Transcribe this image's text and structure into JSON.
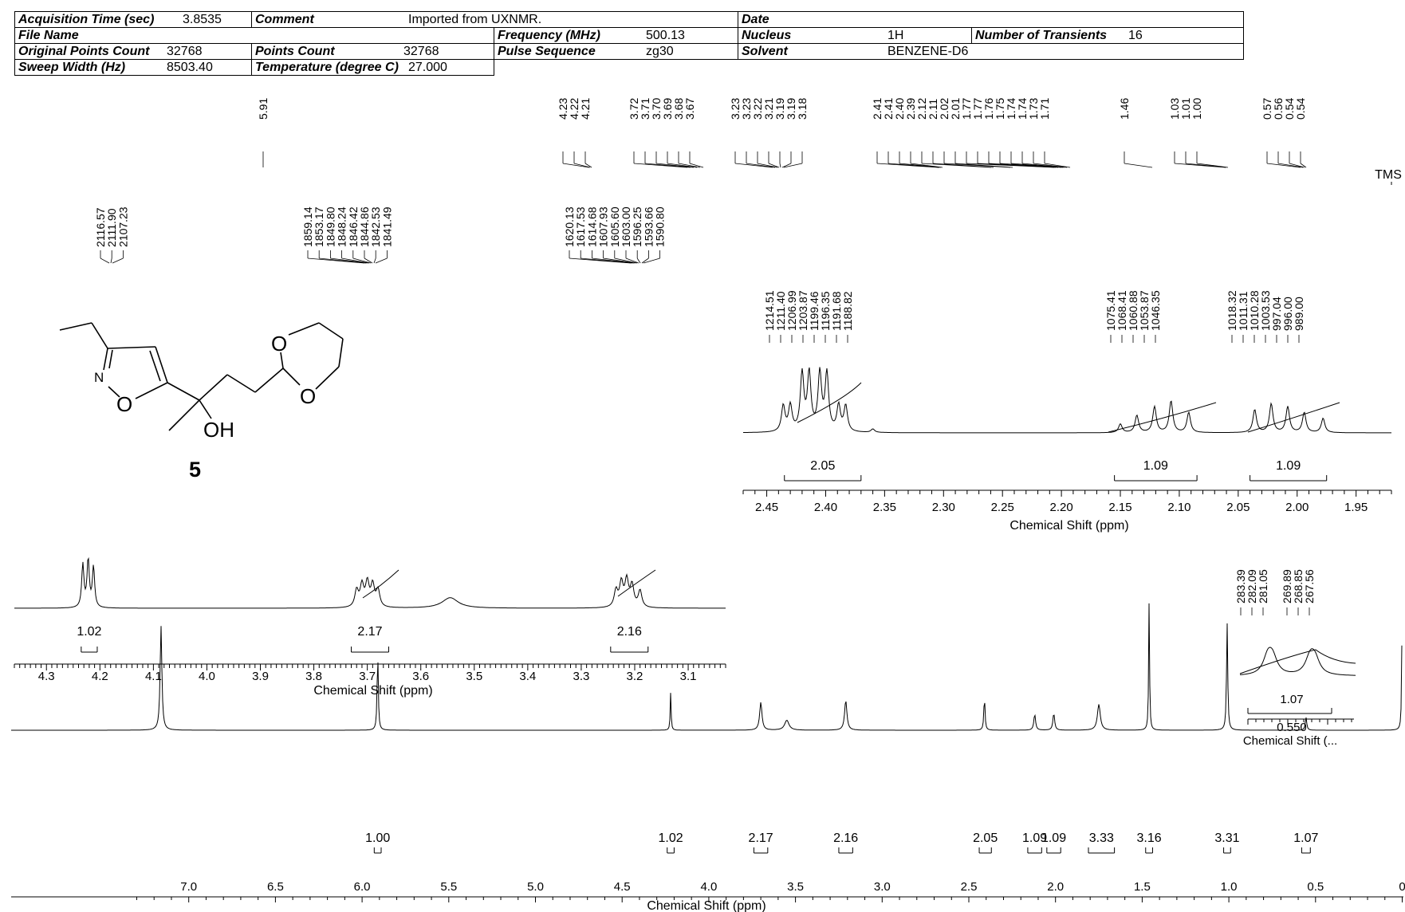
{
  "header": {
    "acq_time_label": "Acquisition Time (sec)",
    "acq_time_value": "3.8535",
    "comment_label": "Comment",
    "comment_value": "Imported from UXNMR.",
    "date_label": "Date",
    "file_name_label": "File Name",
    "frequency_label": "Frequency (MHz)",
    "frequency_value": "500.13",
    "nucleus_label": "Nucleus",
    "nucleus_value": "1H",
    "transients_label": "Number of Transients",
    "transients_value": "16",
    "orig_points_label": "Original Points Count",
    "orig_points_value": "32768",
    "points_label": "Points Count",
    "points_value": "32768",
    "pulse_label": "Pulse Sequence",
    "pulse_value": "zg30",
    "solvent_label": "Solvent",
    "solvent_value": "BENZENE-D6",
    "sweep_label": "Sweep Width (Hz)",
    "sweep_value": "8503.40",
    "temp_label": "Temperature (degree C)",
    "temp_value": "27.000"
  },
  "molecule": {
    "atom_N": "N",
    "atom_O_ring": "O",
    "atom_O1": "O",
    "atom_O2": "O",
    "atom_OH": "OH",
    "compound_number": "5"
  },
  "chart_data": [
    {
      "type": "line",
      "title": "",
      "xlabel": "Chemical Shift (ppm)",
      "xlim": [
        7.3,
        -0.02
      ],
      "x_ticks": [
        "7.0",
        "6.5",
        "6.0",
        "5.5",
        "5.0",
        "4.5",
        "4.0",
        "3.5",
        "3.0",
        "2.5",
        "2.0",
        "1.5",
        "1.0",
        "0.5",
        "0"
      ],
      "peaks": [
        {
          "ppm": 7.16,
          "height": 1.05,
          "width": 0.006
        },
        {
          "ppm": 5.91,
          "height": 0.78,
          "width": 0.004
        },
        {
          "ppm": 4.22,
          "height": 0.38,
          "width": 0.003
        },
        {
          "ppm": 3.7,
          "height": 0.28,
          "width": 0.008
        },
        {
          "ppm": 3.55,
          "height": 0.1,
          "width": 0.015
        },
        {
          "ppm": 3.21,
          "height": 0.3,
          "width": 0.008
        },
        {
          "ppm": 2.41,
          "height": 0.34,
          "width": 0.004
        },
        {
          "ppm": 2.12,
          "height": 0.16,
          "width": 0.006
        },
        {
          "ppm": 2.01,
          "height": 0.17,
          "width": 0.006
        },
        {
          "ppm": 1.75,
          "height": 0.26,
          "width": 0.01
        },
        {
          "ppm": 1.46,
          "height": 1.3,
          "width": 0.003
        },
        {
          "ppm": 1.01,
          "height": 1.08,
          "width": 0.004
        },
        {
          "ppm": 0.555,
          "height": 0.13,
          "width": 0.005
        },
        {
          "ppm": 0.0,
          "height": 1.35,
          "width": 0.003
        }
      ],
      "peak_labels_ppm": [
        "5.91",
        "4.23",
        "4.22",
        "4.21",
        "3.72",
        "3.71",
        "3.70",
        "3.69",
        "3.68",
        "3.67",
        "3.23",
        "3.23",
        "3.22",
        "3.21",
        "3.19",
        "3.19",
        "3.18",
        "2.41",
        "2.41",
        "2.40",
        "2.39",
        "2.12",
        "2.11",
        "2.02",
        "2.01",
        "1.77",
        "1.77",
        "1.76",
        "1.75",
        "1.74",
        "1.74",
        "1.73",
        "1.71",
        "1.46",
        "1.03",
        "1.01",
        "1.00",
        "0.57",
        "0.56",
        "0.54",
        "0.54"
      ],
      "peak_labels_hz_left": [
        "2116.57",
        "2111.90",
        "2107.23"
      ],
      "peak_labels_hz_mid": [
        "1859.14",
        "1853.17",
        "1849.80",
        "1848.24",
        "1846.42",
        "1844.86",
        "1842.53",
        "1841.49"
      ],
      "peak_labels_hz_right": [
        "1620.13",
        "1617.53",
        "1614.68",
        "1607.93",
        "1605.60",
        "1603.00",
        "1596.25",
        "1593.66",
        "1590.80"
      ],
      "tms_label": "TMS",
      "integrals": [
        {
          "from": 5.93,
          "to": 5.89,
          "value": "1.00"
        },
        {
          "from": 4.24,
          "to": 4.2,
          "value": "1.02"
        },
        {
          "from": 3.74,
          "to": 3.66,
          "value": "2.17"
        },
        {
          "from": 3.25,
          "to": 3.17,
          "value": "2.16"
        },
        {
          "from": 2.44,
          "to": 2.37,
          "value": "2.05"
        },
        {
          "from": 2.16,
          "to": 2.08,
          "value": "1.09"
        },
        {
          "from": 2.05,
          "to": 1.97,
          "value": "1.09"
        },
        {
          "from": 1.81,
          "to": 1.66,
          "value": "3.33"
        },
        {
          "from": 1.48,
          "to": 1.44,
          "value": "3.16"
        },
        {
          "from": 1.03,
          "to": 0.99,
          "value": "3.31"
        },
        {
          "from": 0.58,
          "to": 0.53,
          "value": "1.07"
        }
      ]
    },
    {
      "type": "line",
      "title": "",
      "xlabel": "Chemical Shift (ppm)",
      "xlim": [
        2.47,
        1.92
      ],
      "x_ticks": [
        "2.45",
        "2.40",
        "2.35",
        "2.30",
        "2.25",
        "2.20",
        "2.15",
        "2.10",
        "2.05",
        "2.00",
        "1.95"
      ],
      "peak_labels_hz": [
        "1214.51",
        "1211.40",
        "1206.99",
        "1203.87",
        "1199.46",
        "1196.35",
        "1191.68",
        "1188.82",
        "1075.41",
        "1068.41",
        "1060.88",
        "1053.87",
        "1046.35",
        "1018.32",
        "1011.31",
        "1010.28",
        "1003.53",
        "997.04",
        "996.00",
        "989.00"
      ],
      "integrals": [
        {
          "from": 2.435,
          "to": 2.37,
          "value": "2.05"
        },
        {
          "from": 2.155,
          "to": 2.085,
          "value": "1.09"
        },
        {
          "from": 2.04,
          "to": 1.975,
          "value": "1.09"
        }
      ]
    },
    {
      "type": "line",
      "title": "",
      "xlabel": "Chemical Shift (ppm)",
      "xlim": [
        4.36,
        3.03
      ],
      "x_ticks": [
        "4.3",
        "4.2",
        "4.1",
        "4.0",
        "3.9",
        "3.8",
        "3.7",
        "3.6",
        "3.5",
        "3.4",
        "3.3",
        "3.2",
        "3.1"
      ],
      "integrals": [
        {
          "from": 4.235,
          "to": 4.205,
          "value": "1.02"
        },
        {
          "from": 3.73,
          "to": 3.66,
          "value": "2.17"
        },
        {
          "from": 3.245,
          "to": 3.175,
          "value": "2.16"
        }
      ]
    },
    {
      "type": "line",
      "title": "",
      "xlabel": "Chemical Shift (...",
      "x_ticks": [
        "0.550"
      ],
      "peak_labels_hz": [
        "283.39",
        "282.09",
        "281.05",
        "269.89",
        "268.85",
        "267.56"
      ],
      "integrals": [
        {
          "from": 0.6,
          "to": 0.51,
          "value": "1.07"
        }
      ]
    }
  ]
}
